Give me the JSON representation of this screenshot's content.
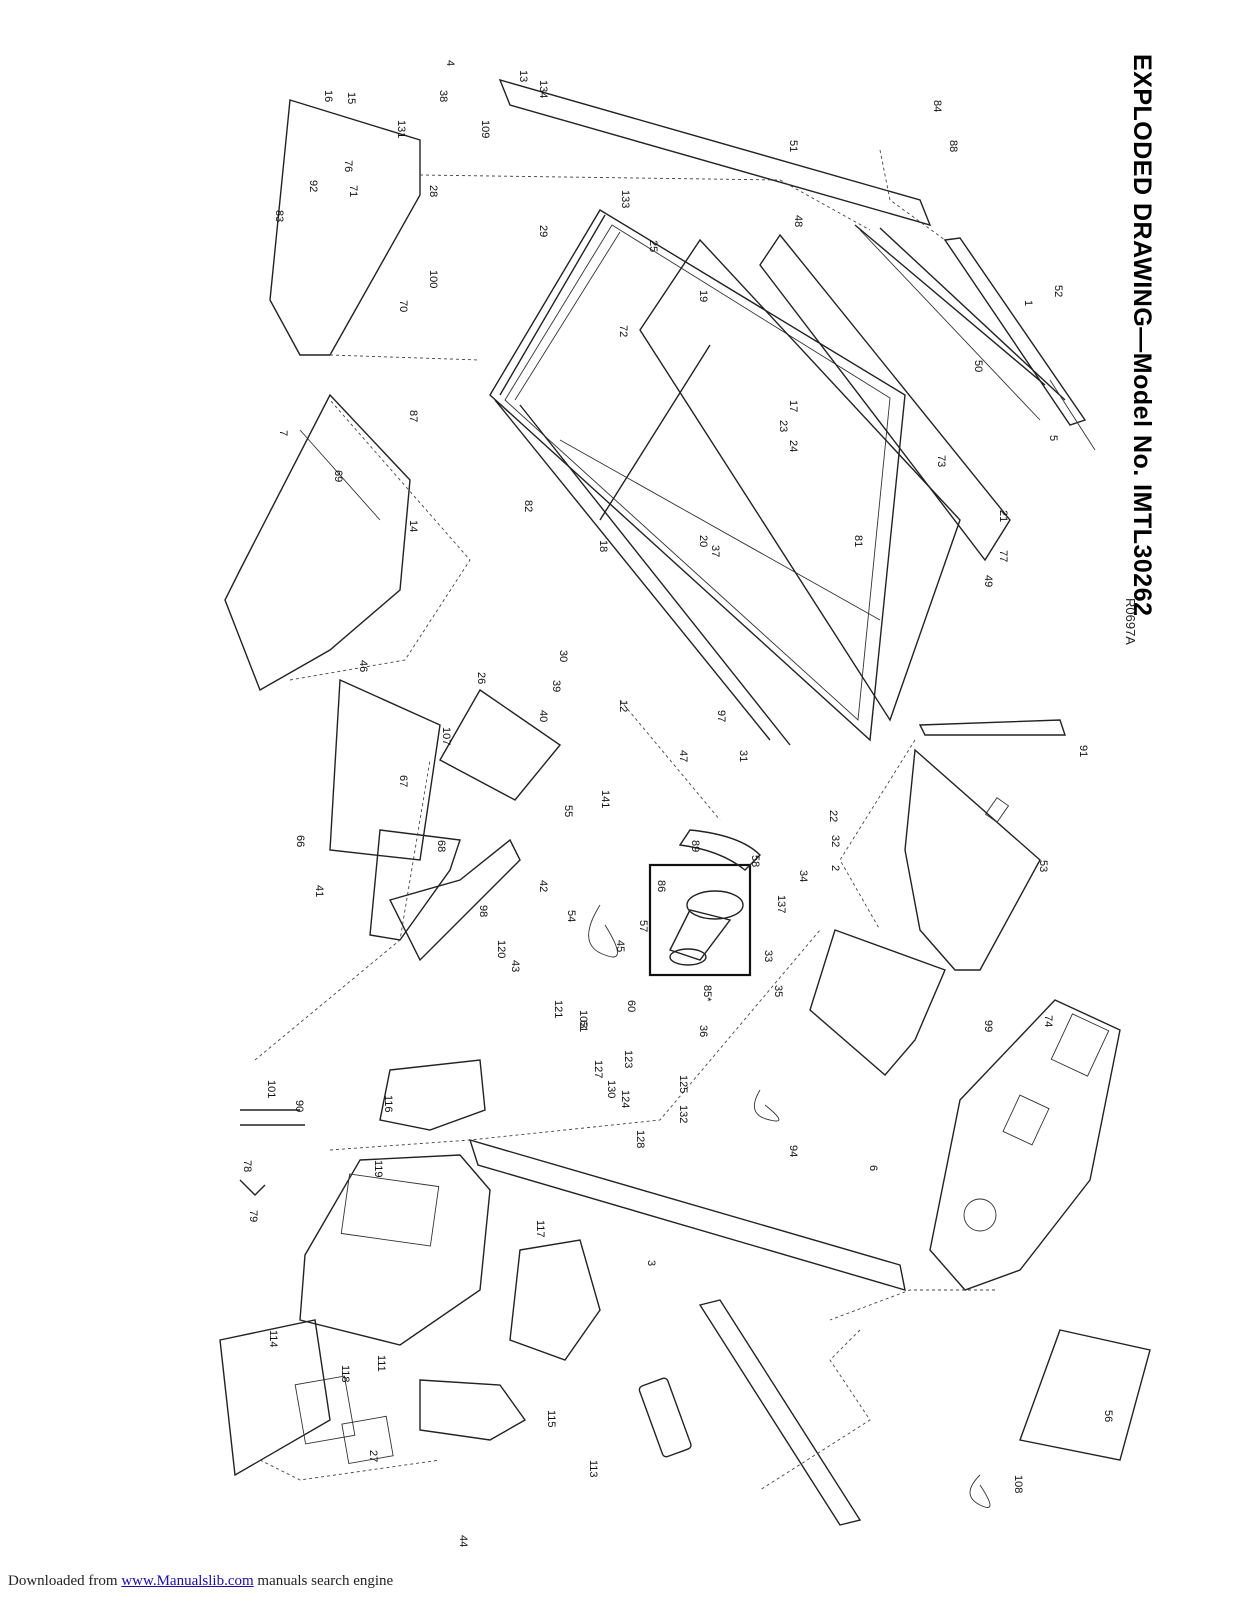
{
  "title": "EXPLODED DRAWING—Model No. IMTL30262",
  "drawing_code": "R0697A",
  "footer": {
    "prefix": "Downloaded from ",
    "link_text": "www.Manualslib.com",
    "suffix": " manuals search engine"
  },
  "callouts": [
    "1",
    "2",
    "3",
    "4",
    "5",
    "6",
    "7",
    "12",
    "13",
    "14",
    "15",
    "16",
    "17",
    "18",
    "19",
    "20",
    "21",
    "22",
    "23",
    "24",
    "25",
    "26",
    "27",
    "28",
    "29",
    "30",
    "31",
    "32",
    "33",
    "34",
    "35",
    "36",
    "37",
    "38",
    "39",
    "40",
    "41",
    "42",
    "43",
    "44",
    "45",
    "46",
    "47",
    "48",
    "49",
    "50",
    "51",
    "52",
    "53",
    "54",
    "55",
    "56",
    "57",
    "58",
    "60",
    "61",
    "66",
    "67",
    "68",
    "69",
    "70",
    "71",
    "72",
    "73",
    "74",
    "76",
    "77",
    "78",
    "79",
    "81",
    "82",
    "83",
    "84",
    "85*",
    "86",
    "87",
    "88",
    "89",
    "90",
    "91",
    "92",
    "94",
    "97",
    "98",
    "99",
    "100",
    "101",
    "103",
    "107",
    "108",
    "109",
    "111",
    "113",
    "114",
    "115",
    "116",
    "117",
    "118",
    "119",
    "120",
    "121",
    "123",
    "124",
    "125",
    "127",
    "128",
    "130",
    "131",
    "132",
    "133",
    "134",
    "137",
    "141"
  ]
}
